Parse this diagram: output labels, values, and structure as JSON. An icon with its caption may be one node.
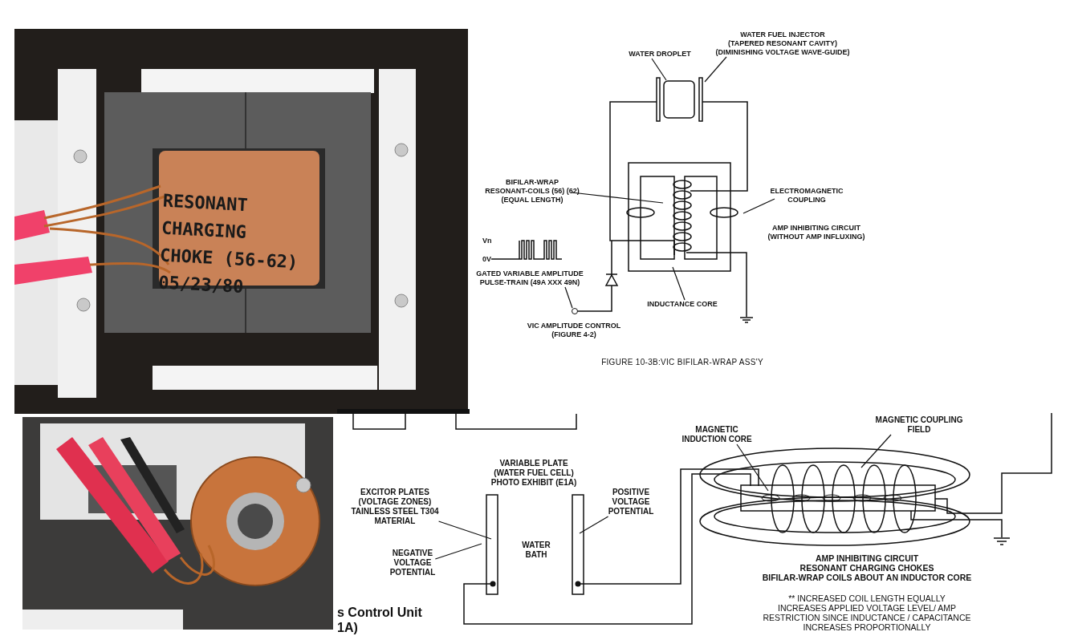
{
  "diagram": {
    "nodes": [
      {
        "text": [
          "WATER DROPLET"
        ]
      },
      {
        "text": [
          "WATER FUEL INJECTOR (TAPERED RESONANT CAVITY) (DIMINISHING VOLTAGE WAVE-GUIDE)"
        ]
      },
      {
        "text": [
          "BIFILAR-WRAP RESONANT-COILS (56) (62) (EQUAL LENGTH)"
        ]
      },
      {
        "text": [
          "ELECTROMAGNETIC COUPLING"
        ]
      },
      {
        "text": [
          "GATED VARIABLE AMPLITUDE PULSE-TRAIN (49A XXX 49N)"
        ]
      },
      {
        "text": [
          "INDUCTANCE CORE"
        ]
      },
      {
        "text": [
          "EXCITOR PLATES (VOLTAGE ZONES) TAINLESS STEEL T304 MATERIAL"
        ]
      },
      {
        "text": [
          "NEGATIVE VOLTAGE POTENTIAL"
        ]
      },
      {
        "text": [
          "POSITIVE VOLTAGE POTENTIAL"
        ]
      },
      {
        "text": [
          "MAGNETIC INDUCTION CORE"
        ]
      },
      {
        "text": [
          "MAGNETIC COUPLING FIELD"
        ]
      },
      {
        "text": [],
        "shape": "circle"
      }
    ],
    "edges": [
      {
        "from": 0,
        "to": null,
        "arrow": "none"
      },
      {
        "from": 1,
        "to": null,
        "arrow": "none"
      },
      {
        "from": 2,
        "to": null,
        "arrow": "none"
      },
      {
        "from": 3,
        "to": null,
        "arrow": "none"
      },
      {
        "from": 4,
        "to": 11,
        "arrow": "none"
      },
      {
        "from": 5,
        "to": null,
        "arrow": "none"
      },
      {
        "from": 6,
        "to": null,
        "arrow": "none"
      },
      {
        "from": 7,
        "to": null,
        "arrow": "none"
      },
      {
        "from": 8,
        "to": null,
        "arrow": "none"
      },
      {
        "from": 9,
        "to": null,
        "arrow": "none"
      },
      {
        "from": 10,
        "to": null,
        "arrow": "none"
      }
    ],
    "labels": [
      "RESONANT CHARGING CHOKE (56-62) 05/23/80",
      "AMP INHIBITING CIRCUIT (WITHOUT AMP INFLUXING)",
      "Vn",
      "0V",
      "VIC AMPLITUDE CONTROL (FIGURE 4-2)",
      "FIGURE 10-3B:VIC BIFILAR-WRAP ASS'Y",
      "VARIABLE PLATE (WATER FUEL CELL) PHOTO EXHIBIT (E1A)",
      "WATER BATH",
      "s Control Unit 1A)",
      "AMP INHIBITING CIRCUIT RESONANT CHARGING CHOKES BIFILAR-WRAP COILS ABOUT AN INDUCTOR CORE",
      "** INCREASED COIL LENGTH EQUALLY INCREASES APPLIED VOLTAGE LEVEL/ AMP RESTRICTION SINCE INDUCTANCE / CAPACITANCE INCREASES PROPORTIONALLY"
    ]
  }
}
